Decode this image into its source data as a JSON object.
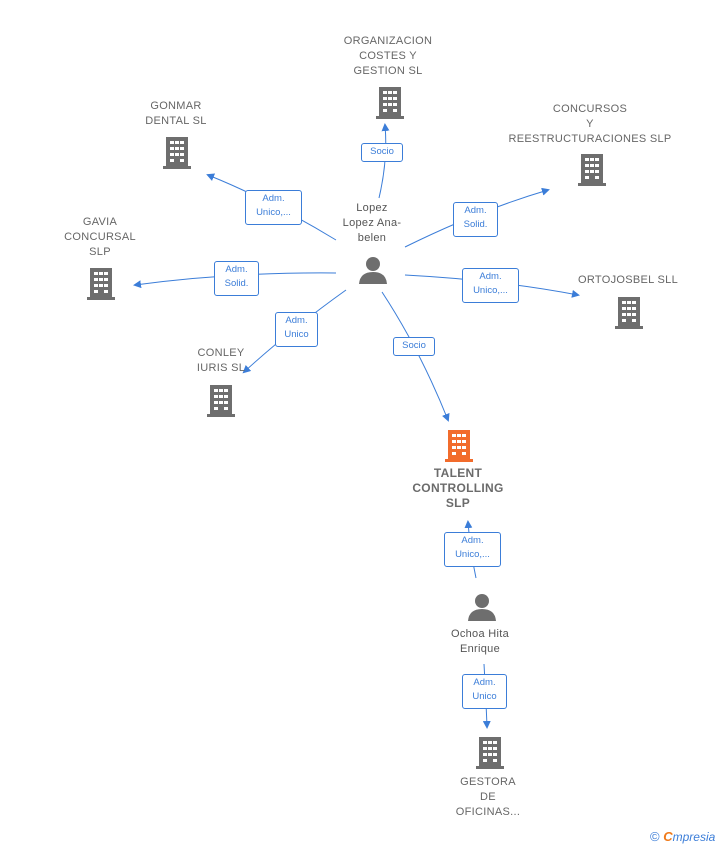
{
  "nodes": {
    "organizacion": "ORGANIZACION\nCOSTES Y\nGESTION SL",
    "gonmar": "GONMAR\nDENTAL  SL",
    "concursos": "CONCURSOS\nY\nREESTRUCTURACIONES SLP",
    "gavia": "GAVIA\nCONCURSAL\nSLP",
    "ortojosbel": "ORTOJOSBEL SLL",
    "conley": "CONLEY\nIURIS  SL",
    "talent": "TALENT\nCONTROLLING\nSLP",
    "gestora": "GESTORA\nDE\nOFICINAS...",
    "person_lopez": "Lopez\nLopez Ana-\nbelen",
    "person_ochoa": "Ochoa Hita\nEnrique"
  },
  "edges": {
    "socio_org": "Socio",
    "adm_gonmar": "Adm.\nUnico,...",
    "adm_concursos": "Adm.\nSolid.",
    "adm_gavia": "Adm.\nSolid.",
    "adm_ortojosbel": "Adm.\nUnico,...",
    "adm_conley": "Adm.\nUnico",
    "socio_talent": "Socio",
    "adm_talent": "Adm.\nUnico,...",
    "adm_gestora": "Adm.\nUnico"
  },
  "footer": {
    "copyright": "©",
    "brand_first": "C",
    "brand_rest": "mpresia"
  },
  "colors": {
    "edge": "#3b7dd8",
    "building": "#6e6e6e",
    "focus_building": "#f26c2c",
    "person": "#6e6e6e"
  }
}
